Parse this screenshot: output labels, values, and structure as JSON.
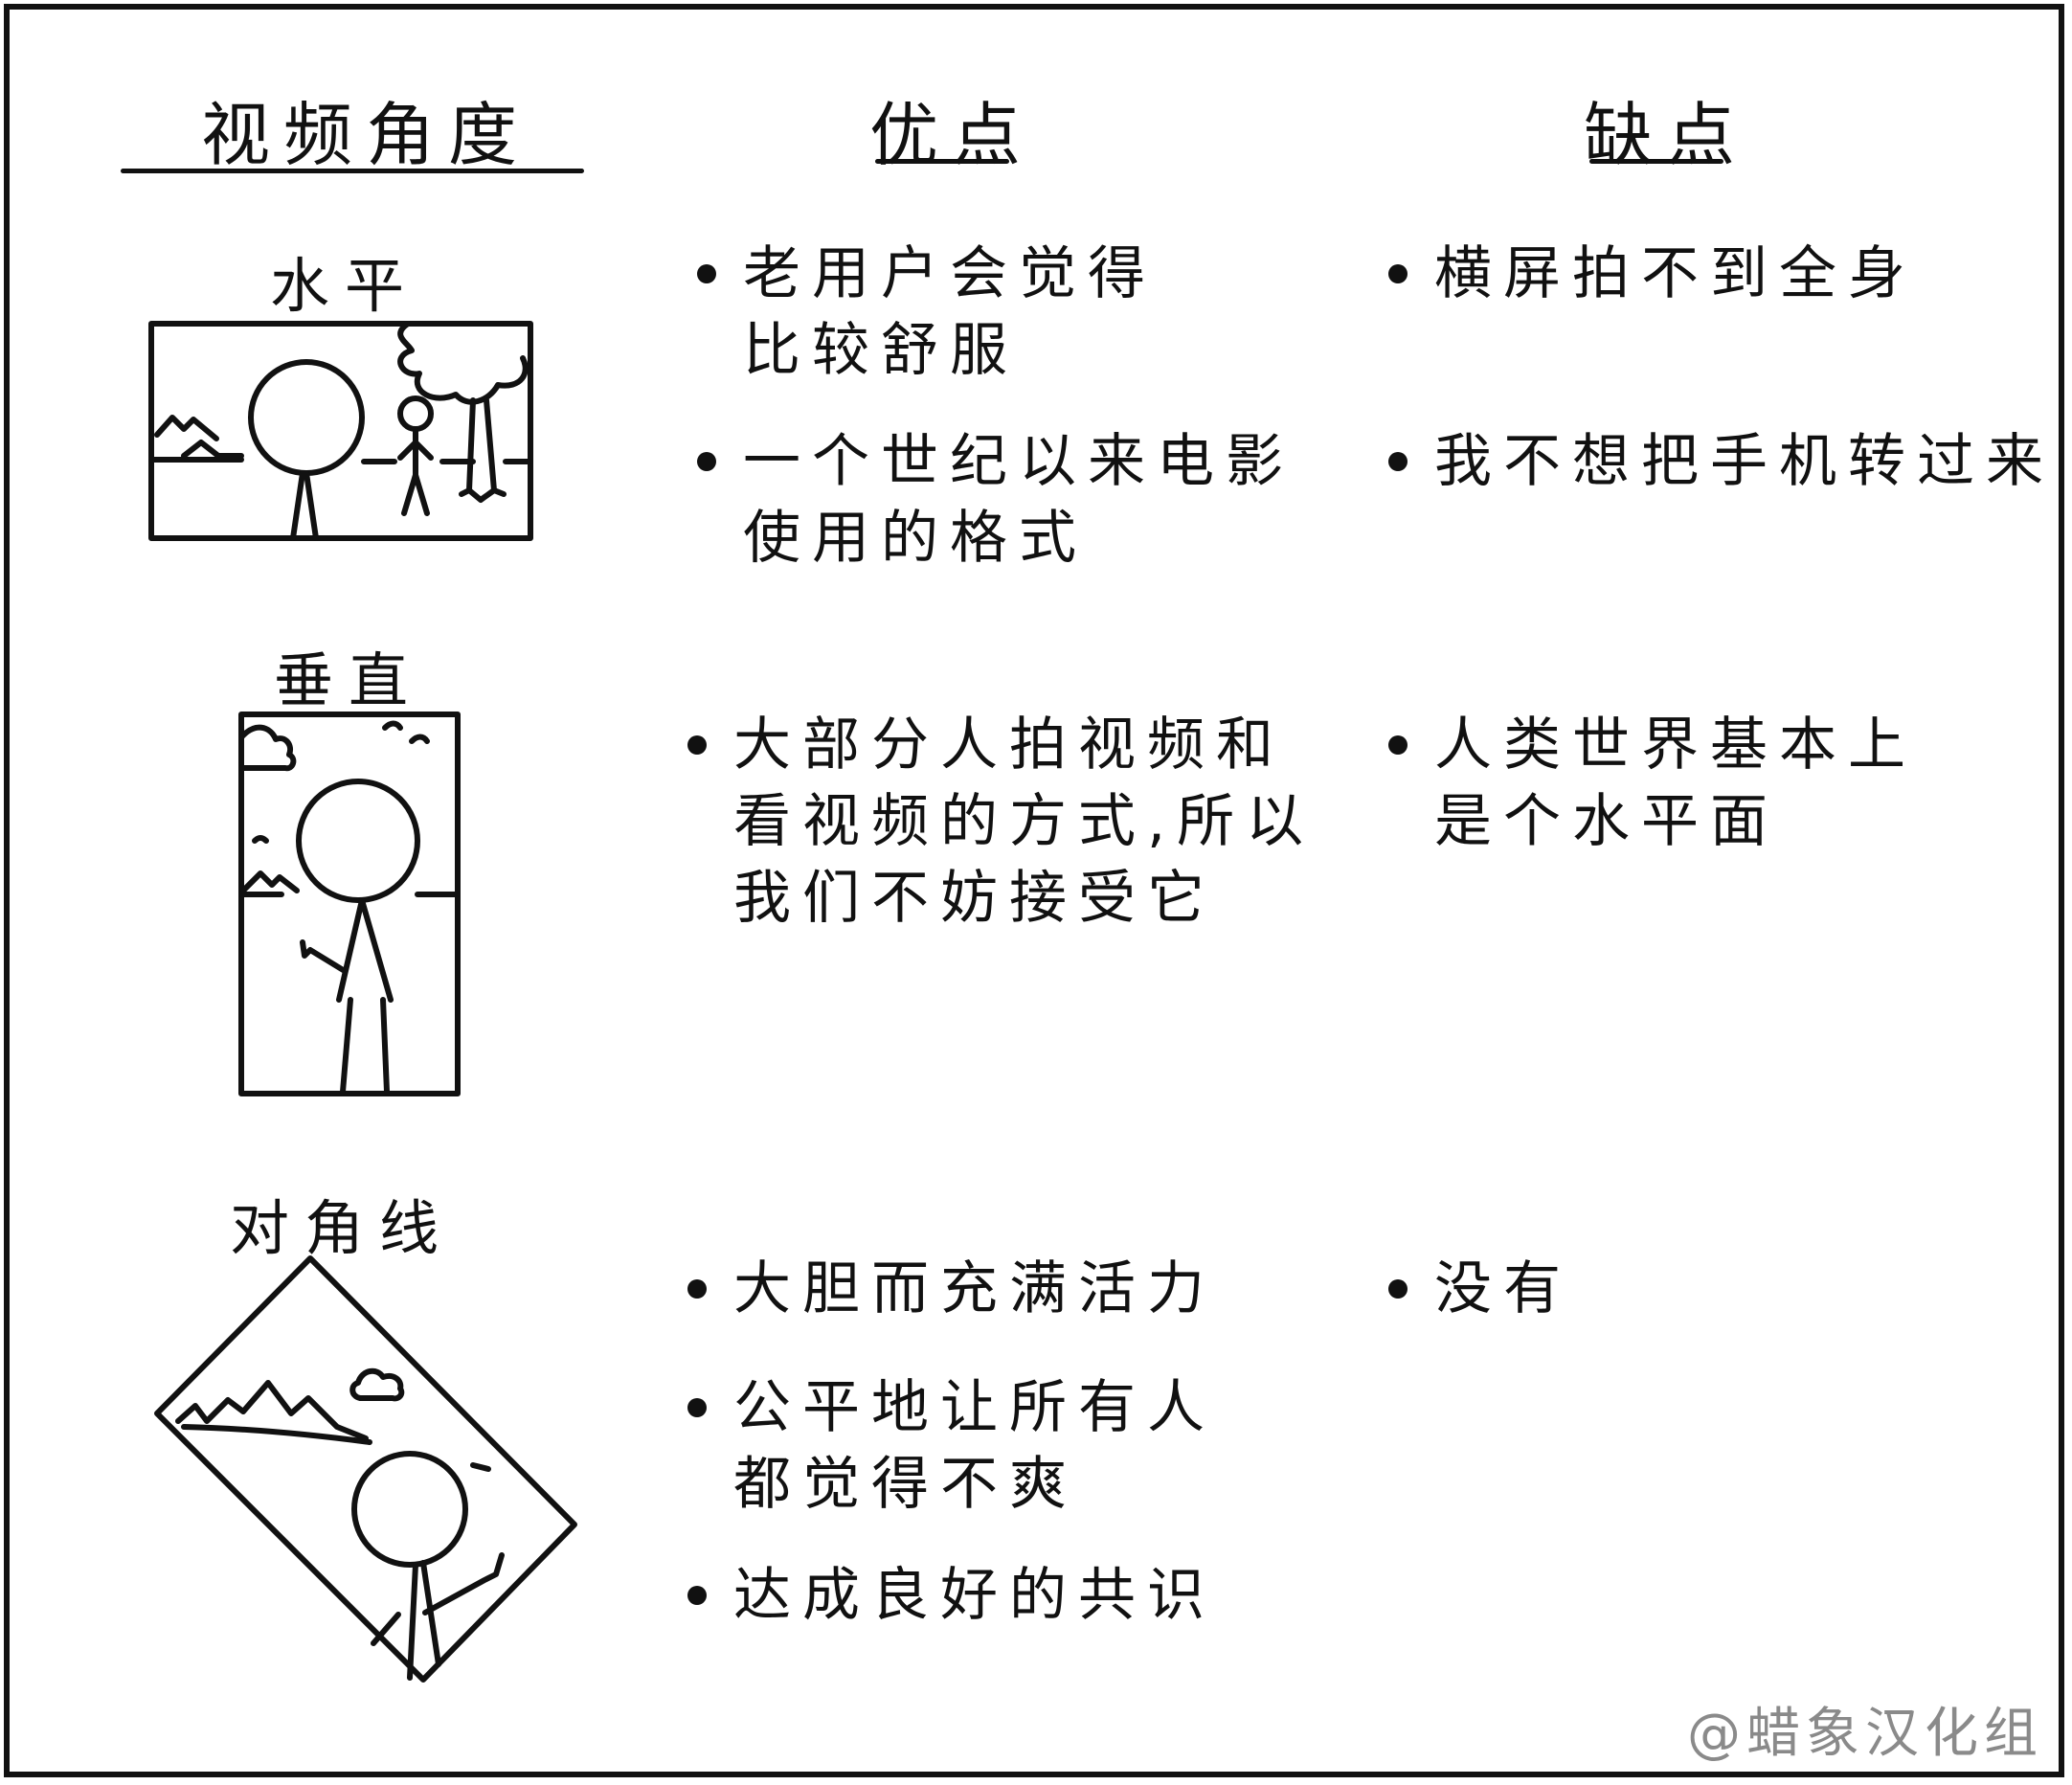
{
  "headers": {
    "angle": "视频角度",
    "pros": "优点",
    "cons": "缺点"
  },
  "rows": [
    {
      "label": "水平",
      "pros": [
        "老用户会觉得\n比较舒服",
        "一个世纪以来电影\n使用的格式"
      ],
      "cons": [
        "横屏拍不到全身",
        "我不想把手机转过来"
      ]
    },
    {
      "label": "垂直",
      "pros": [
        "大部分人拍视频和\n看视频的方式,所以\n我们不妨接受它"
      ],
      "cons": [
        "人类世界基本上\n是个水平面"
      ]
    },
    {
      "label": "对角线",
      "pros": [
        "大胆而充满活力",
        "公平地让所有人\n都觉得不爽",
        "达成良好的共识"
      ],
      "cons": [
        "没有"
      ]
    }
  ],
  "watermark": "@蜡象汉化组"
}
